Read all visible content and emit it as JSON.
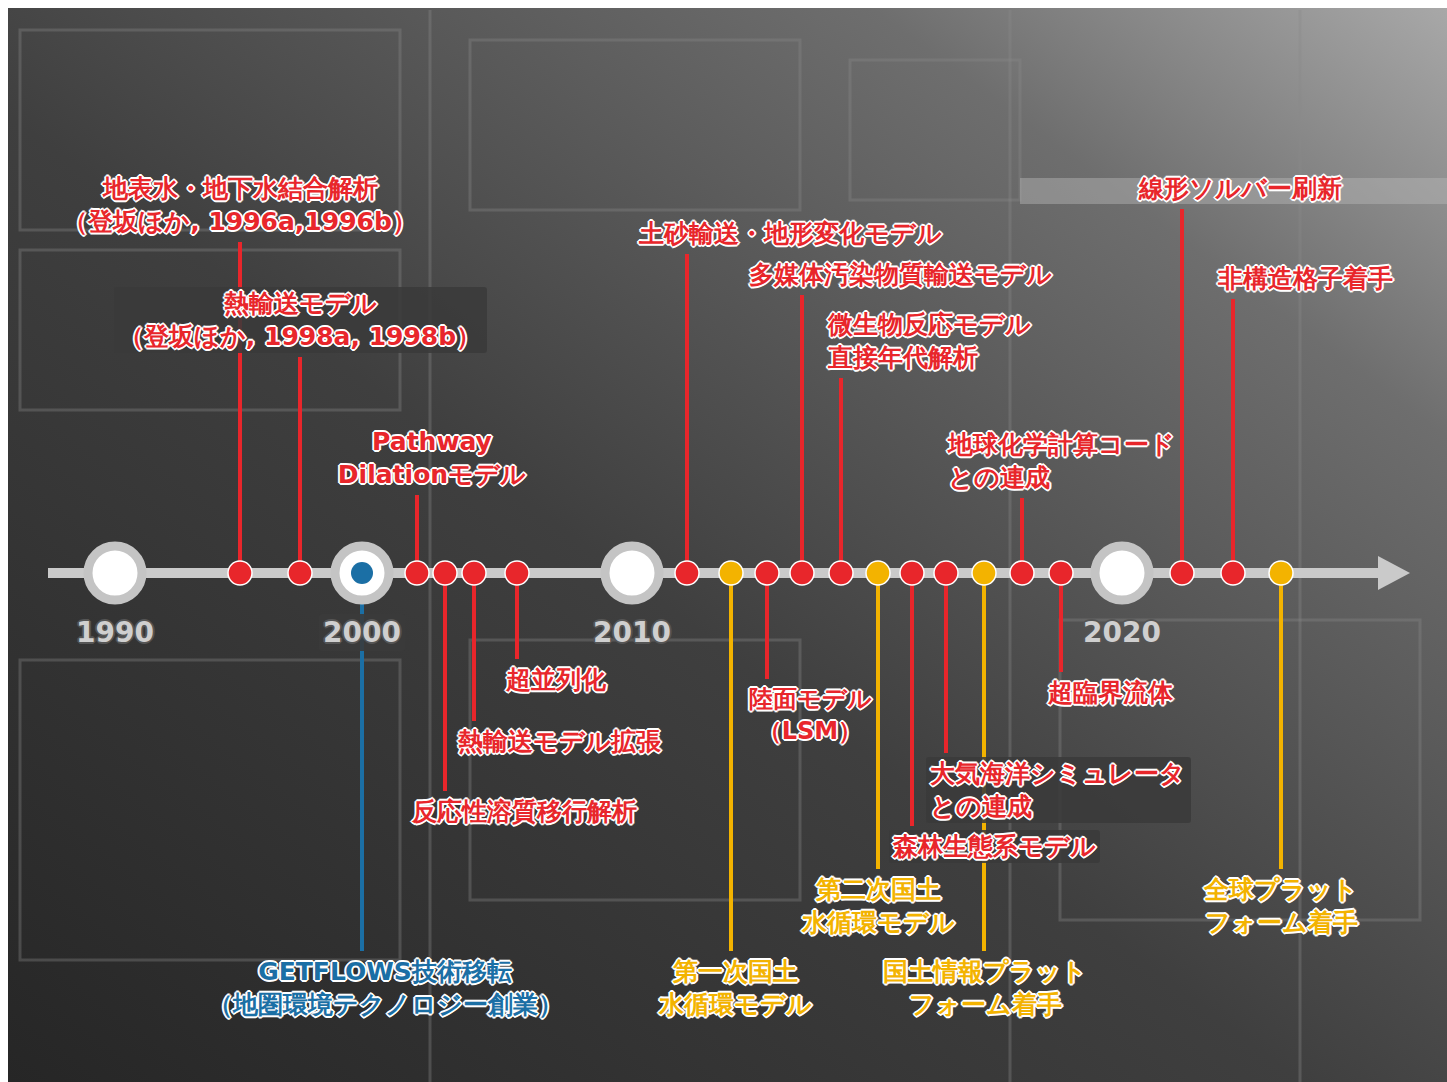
{
  "diagram": {
    "labels": [
      "1990",
      "2000",
      "2010",
      "2020",
      "地表水・地下水結合解析 （登坂ほか, 1996a,1996b）",
      "熱輸送モデル （登坂ほか, 1998a, 1998b）",
      "Pathway Dilationモデル",
      "土砂輸送・地形変化モデル",
      "多媒体汚染物質輸送モデル",
      "微生物反応モデル 直接年代解析",
      "地球化学計算コード との連成",
      "線形ソルバー刷新",
      "非構造格子着手",
      "超並列化",
      "熱輸送モデル拡張",
      "反応性溶質移行解析",
      "GETFLOWS技術移転 （地圏環境テクノロジー創業）",
      "第一次国土 水循環モデル",
      "陸面モデル （LSM）",
      "第二次国土 水循環モデル",
      "森林生態系モデル",
      "大気海洋シミュレータ との連成",
      "国土情報プラット フォーム着手",
      "超臨界流体",
      "全球プラット フォーム着手"
    ]
  }
}
